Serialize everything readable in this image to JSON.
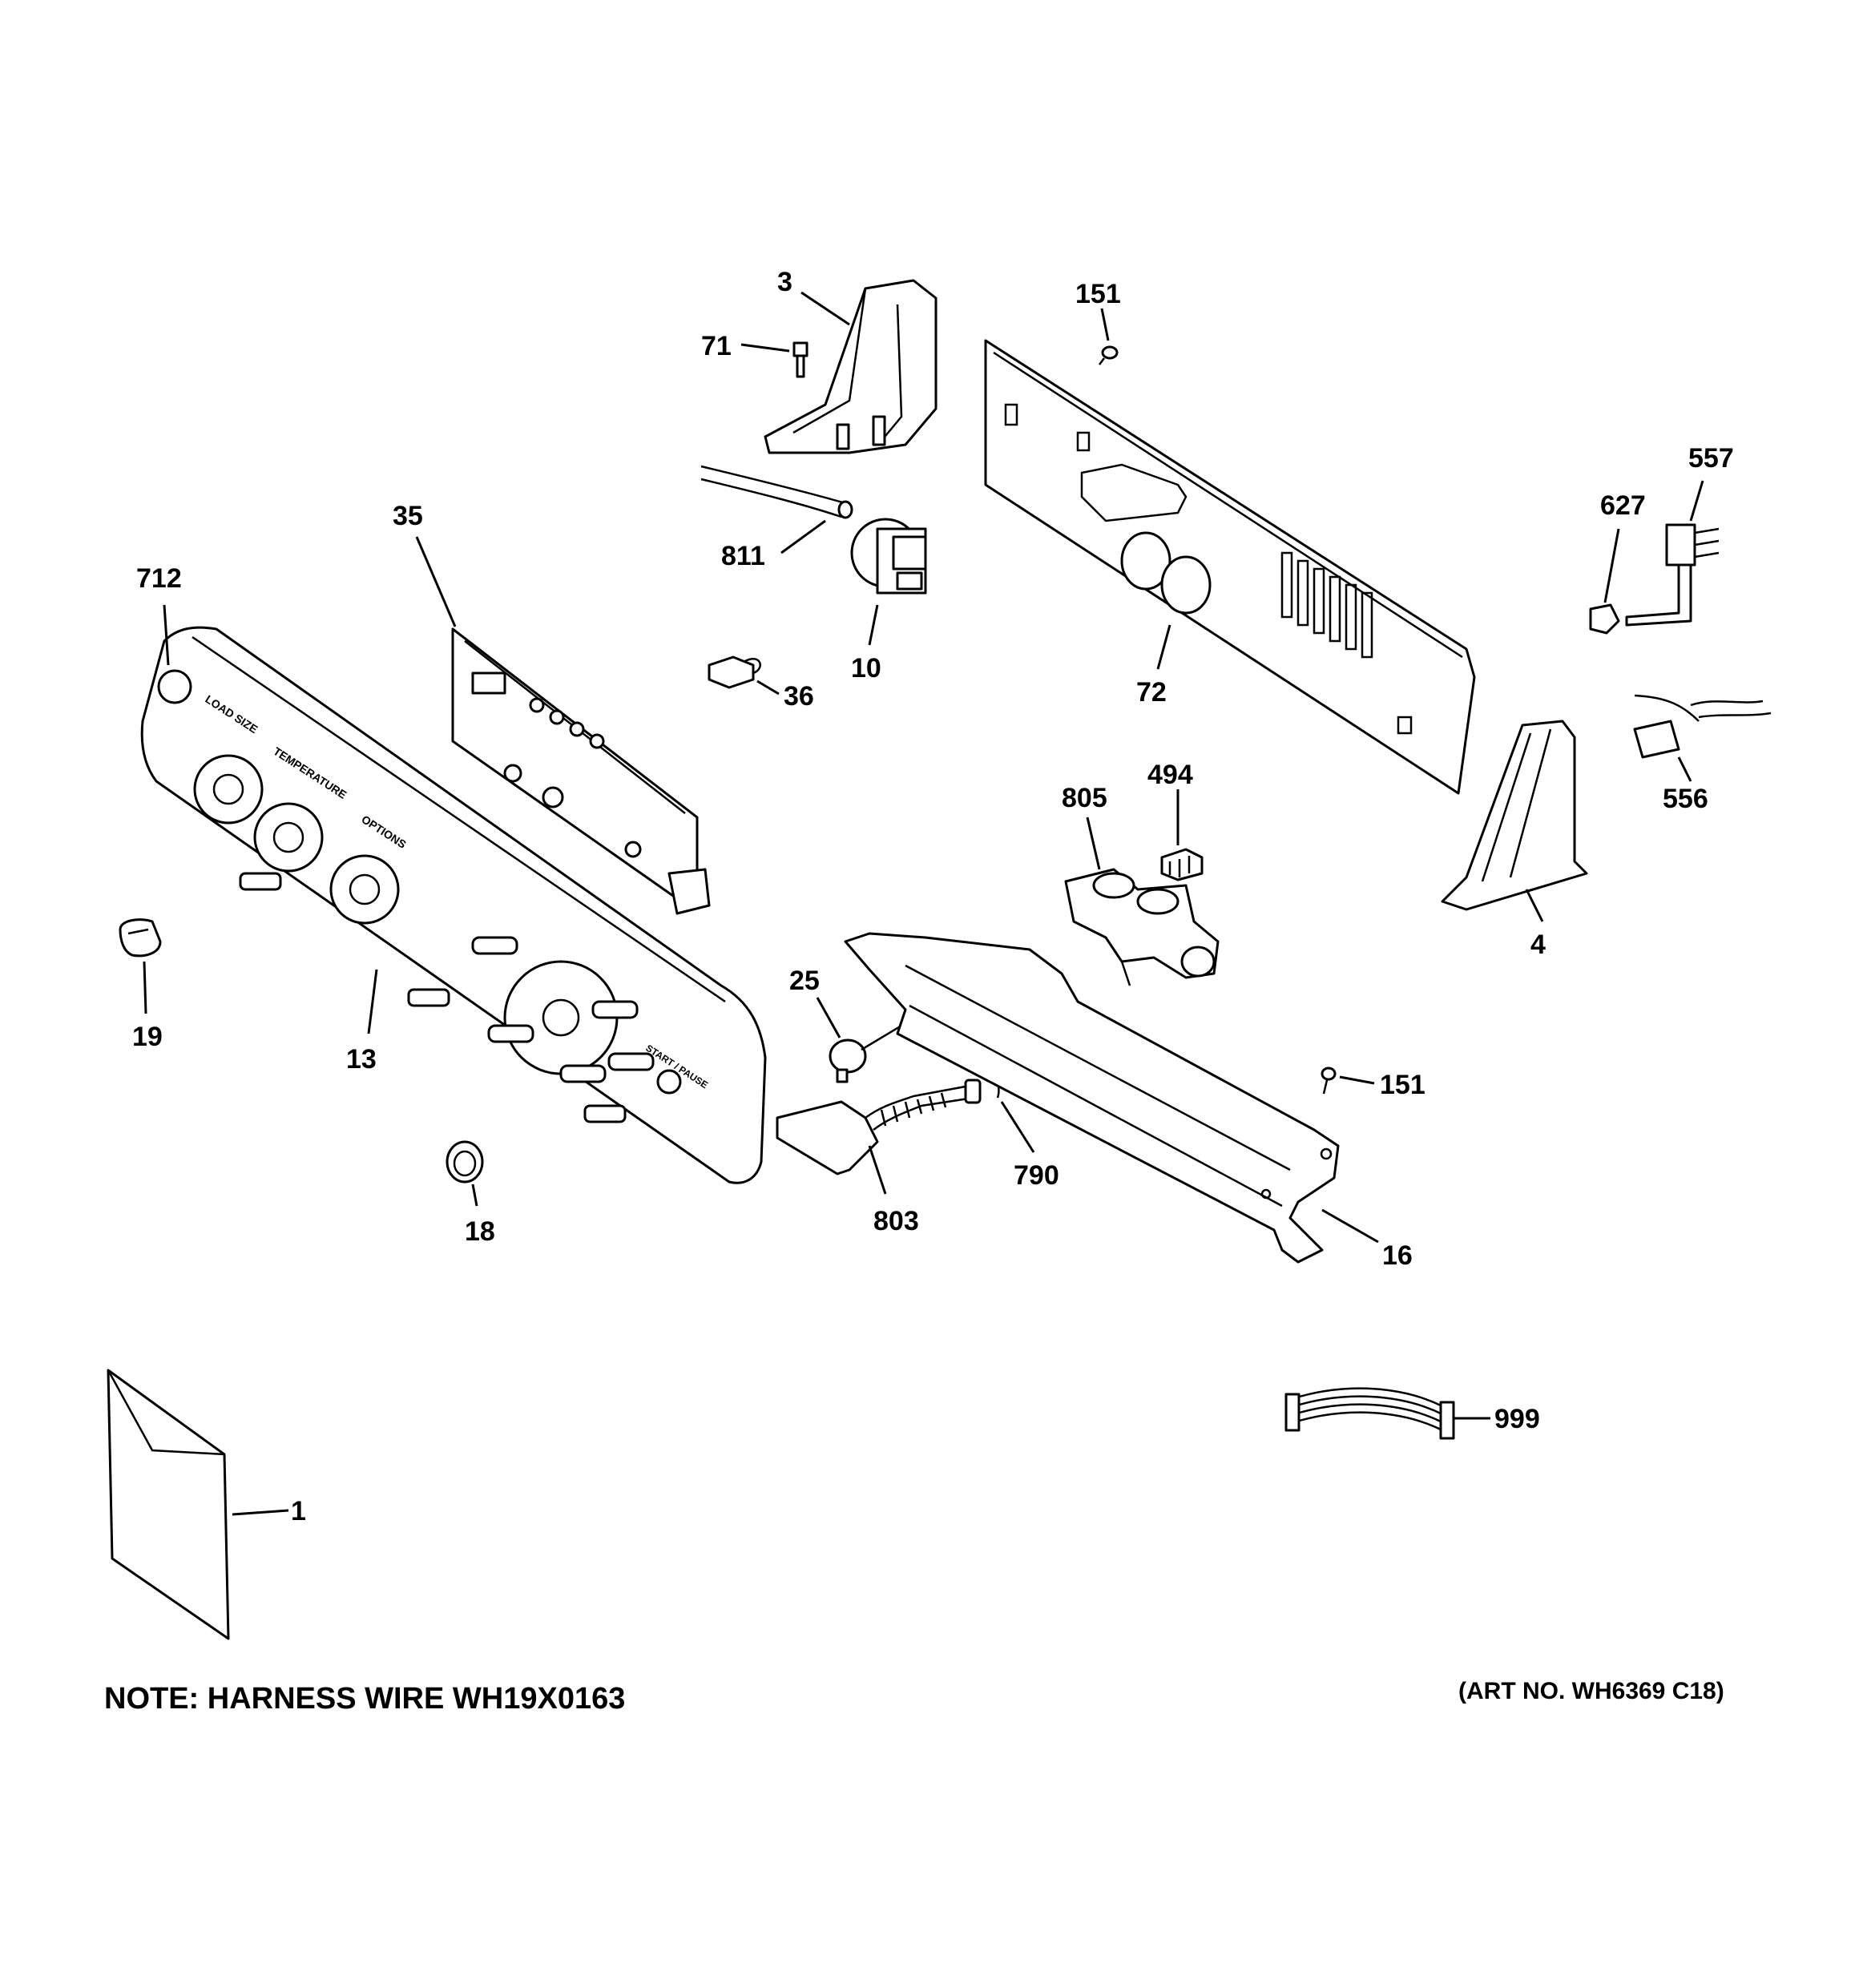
{
  "diagram": {
    "note": "NOTE: HARNESS WIRE WH19X0163",
    "art_number": "(ART NO. WH6369 C18)",
    "callouts": {
      "c3": "3",
      "c71": "71",
      "c151a": "151",
      "c557": "557",
      "c627": "627",
      "c811": "811",
      "c10": "10",
      "c35": "35",
      "c712": "712",
      "c36": "36",
      "c72": "72",
      "c494": "494",
      "c805": "805",
      "c556": "556",
      "c4": "4",
      "c19": "19",
      "c13": "13",
      "c25": "25",
      "c151b": "151",
      "c790": "790",
      "c803": "803",
      "c18": "18",
      "c16": "16",
      "c999": "999",
      "c1": "1"
    },
    "panel_labels": {
      "load_size": "LOAD SIZE",
      "temperature": "TEMPERATURE",
      "options": "OPTIONS",
      "start_pause": "START / PAUSE"
    }
  }
}
